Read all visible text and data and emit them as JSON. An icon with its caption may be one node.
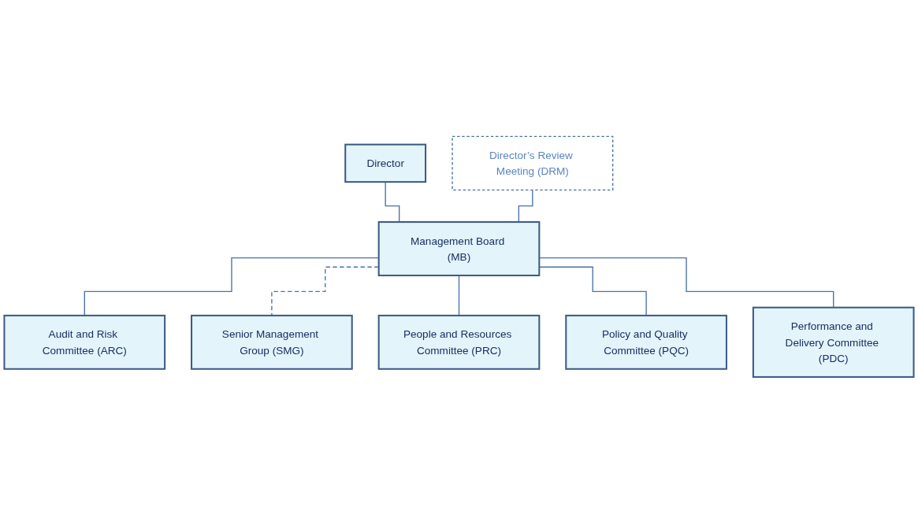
{
  "diagram": {
    "nodes": [
      {
        "text": [
          "Director"
        ]
      },
      {
        "text": [
          "Director’s Review Meeting (DRM)"
        ]
      },
      {
        "text": [
          "Management Board (MB)"
        ]
      },
      {
        "text": [
          "Audit and Risk Committee (ARC)"
        ]
      },
      {
        "text": [
          "Senior Management Group (SMG)"
        ]
      },
      {
        "text": [
          "People and Resources Committee (PRC)"
        ]
      },
      {
        "text": [
          "Policy and Quality Committee (PQC)"
        ]
      },
      {
        "text": [
          "Performance and Delivery Committee (PDC)"
        ]
      }
    ],
    "edges": [
      {
        "from": 0,
        "to": 2,
        "arrow": "none"
      },
      {
        "from": 1,
        "to": 2,
        "arrow": "none"
      },
      {
        "from": 2,
        "to": 3,
        "arrow": "none"
      },
      {
        "from": 2,
        "to": 4,
        "arrow": "none",
        "style": "dashed"
      },
      {
        "from": 2,
        "to": 5,
        "arrow": "none"
      },
      {
        "from": 2,
        "to": 6,
        "arrow": "none"
      },
      {
        "from": 2,
        "to": 7,
        "arrow": "none"
      }
    ]
  }
}
